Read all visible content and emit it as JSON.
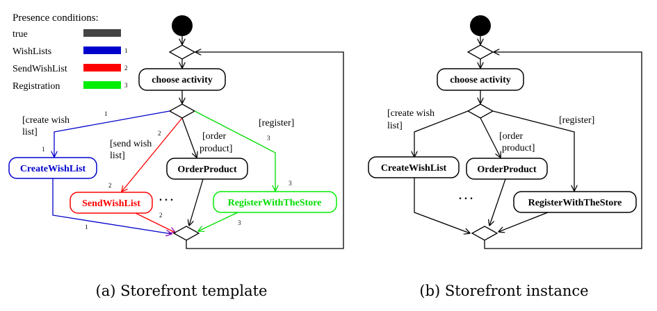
{
  "legend": {
    "title": "Presence conditions:",
    "items": [
      {
        "label": "true",
        "color": "#444444",
        "num": ""
      },
      {
        "label": "WishLists",
        "color": "#0000cc",
        "num": "1"
      },
      {
        "label": "SendWishList",
        "color": "#ff0000",
        "num": "2"
      },
      {
        "label": "Registration",
        "color": "#00ee00",
        "num": "3"
      }
    ]
  },
  "template": {
    "caption": "(a) Storefront template",
    "choose": "choose activity",
    "guards": {
      "create_line1": "[create wish",
      "create_line2": "list]",
      "send_line1": "[send wish",
      "send_line2": "list]",
      "order_line1": "[order",
      "order_line2": "product]",
      "register": "[register]"
    },
    "nodes": {
      "create": "CreateWishList",
      "send": "SendWishList",
      "order": "OrderProduct",
      "register": "RegisterWithTheStore"
    },
    "ellipsis": ". . .",
    "edge_nums": {
      "one": "1",
      "two": "2",
      "three": "3"
    }
  },
  "instance": {
    "caption": "(b) Storefront instance",
    "choose": "choose activity",
    "guards": {
      "create_line1": "[create wish",
      "create_line2": "list]",
      "order_line1": "[order",
      "order_line2": "product]",
      "register": "[register]"
    },
    "nodes": {
      "create": "CreateWishList",
      "order": "OrderProduct",
      "register": "RegisterWithTheStore"
    },
    "ellipsis": ". . ."
  }
}
